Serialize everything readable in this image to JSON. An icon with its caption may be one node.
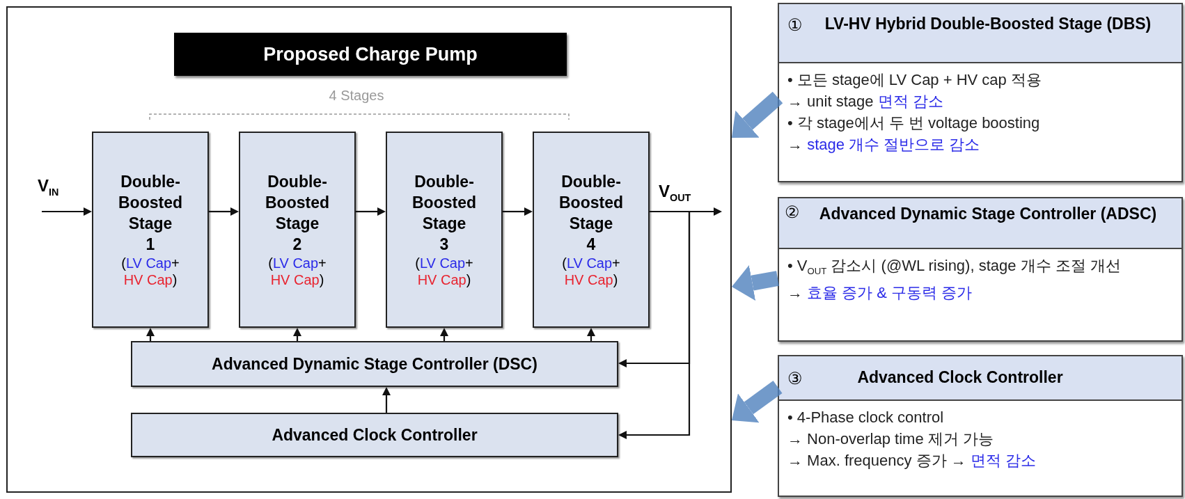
{
  "diagram": {
    "nodes": [
      {
        "text": [],
        "shape": "box"
      },
      {
        "text": [
          "Proposed Charge Pump"
        ],
        "in": 0
      },
      {
        "text": [
          "Double-Boosted Stage 1",
          "(",
          "LV Cap",
          "+",
          "HV Cap",
          ")"
        ],
        "in": 0
      },
      {
        "text": [
          "Double-Boosted Stage 2",
          "(",
          "LV Cap",
          "+",
          "HV Cap",
          ")"
        ],
        "in": 0
      },
      {
        "text": [
          "Double-Boosted Stage 3",
          "(",
          "LV Cap",
          "+",
          "HV Cap",
          ")"
        ],
        "in": 0
      },
      {
        "text": [
          "Double-Boosted Stage 4",
          "(",
          "LV Cap",
          "+",
          "HV Cap",
          ")"
        ],
        "in": 0
      },
      {
        "text": [
          "Advanced Dynamic Stage Controller (DSC)"
        ],
        "in": 0
      },
      {
        "text": [
          "Advanced Clock Controller"
        ],
        "in": 0
      },
      {
        "text": [
          "①",
          "LV-HV Hybrid Double-Boosted Stage (DBS)",
          "• 모든 stage에 LV Cap + HV cap 적용",
          "→ unit stage",
          "면적 감소",
          "• 각 stage에서 두 번 voltage boosting",
          "→",
          "stage 개수 절반으로 감소"
        ]
      },
      {
        "text": [
          "②",
          "Advanced Dynamic Stage Controller (ADSC)",
          "• V$_{OUT}$ 감소시 (@WL rising), stage 개수 조절 개선",
          "→",
          "효율 증가 & 구동력 증가"
        ]
      },
      {
        "text": [
          "③",
          "Advanced Clock Controller",
          "• 4-Phase clock control",
          "→ Non-overlap time 제거 가능",
          "→ Max. frequency 증가 →",
          "면적 감소"
        ]
      }
    ],
    "edges": [
      {
        "from": null,
        "to": 2,
        "arrow": "to",
        "label": "V$_{IN}$"
      },
      {
        "from": 2,
        "to": 3,
        "arrow": "to"
      },
      {
        "from": 3,
        "to": 4,
        "arrow": "to"
      },
      {
        "from": 4,
        "to": 5,
        "arrow": "to"
      },
      {
        "from": 5,
        "to": null,
        "arrow": "to",
        "label": "V$_{OUT}$"
      },
      {
        "from": 5,
        "to": 6,
        "arrow": "to"
      },
      {
        "from": 5,
        "to": 7,
        "arrow": "to"
      },
      {
        "from": 6,
        "to": 2,
        "arrow": "to"
      },
      {
        "from": 6,
        "to": 3,
        "arrow": "to"
      },
      {
        "from": 6,
        "to": 4,
        "arrow": "to"
      },
      {
        "from": 6,
        "to": 5,
        "arrow": "to"
      },
      {
        "from": 7,
        "to": 6,
        "arrow": "to"
      },
      {
        "from": 8,
        "to": 0,
        "arrow": "to",
        "style": "thick",
        "color": "#4f81bd"
      },
      {
        "from": 9,
        "to": 0,
        "arrow": "to",
        "style": "thick",
        "color": "#4f81bd"
      },
      {
        "from": 10,
        "to": 0,
        "arrow": "to",
        "style": "thick",
        "color": "#4f81bd"
      }
    ],
    "labels": [
      "4 Stages"
    ]
  }
}
